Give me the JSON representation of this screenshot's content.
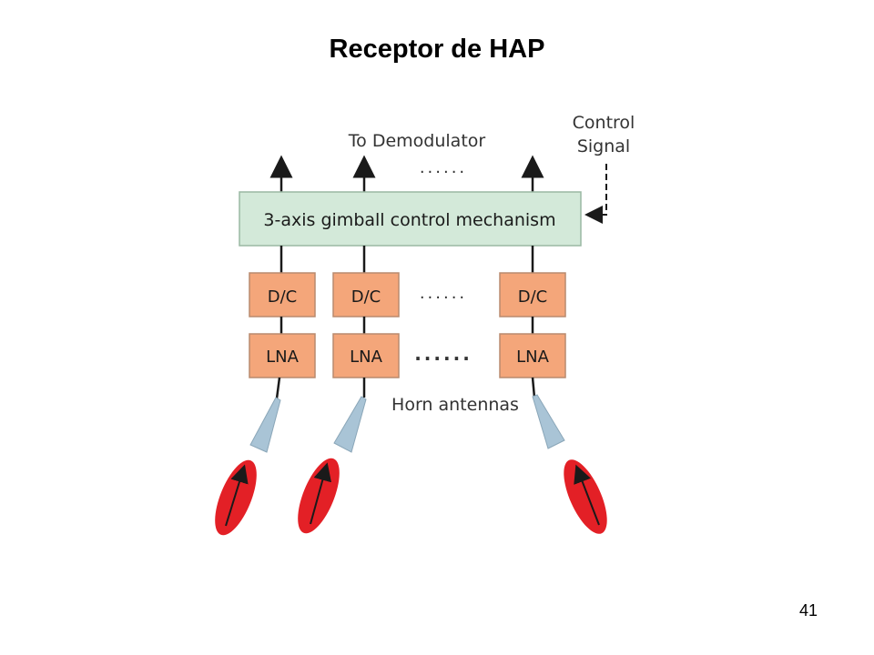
{
  "slide": {
    "title": "Receptor de HAP",
    "page_number": "41"
  },
  "diagram": {
    "top_label": "To Demodulator",
    "control_label_line1": "Control",
    "control_label_line2": "Signal",
    "gimbal_label": "3-axis gimball control mechanism",
    "dc_label": "D/C",
    "lna_label": "LNA",
    "horn_label": "Horn antennas",
    "ellipsis": "......",
    "colors": {
      "gimbal_fill": "#d3e9d9",
      "gimbal_stroke": "#9ab8a3",
      "block_fill": "#f4a67a",
      "block_stroke": "#b98a6e",
      "horn_fill": "#a9c4d6",
      "beam_fill": "#e32026",
      "line": "#1a1a1a"
    }
  }
}
